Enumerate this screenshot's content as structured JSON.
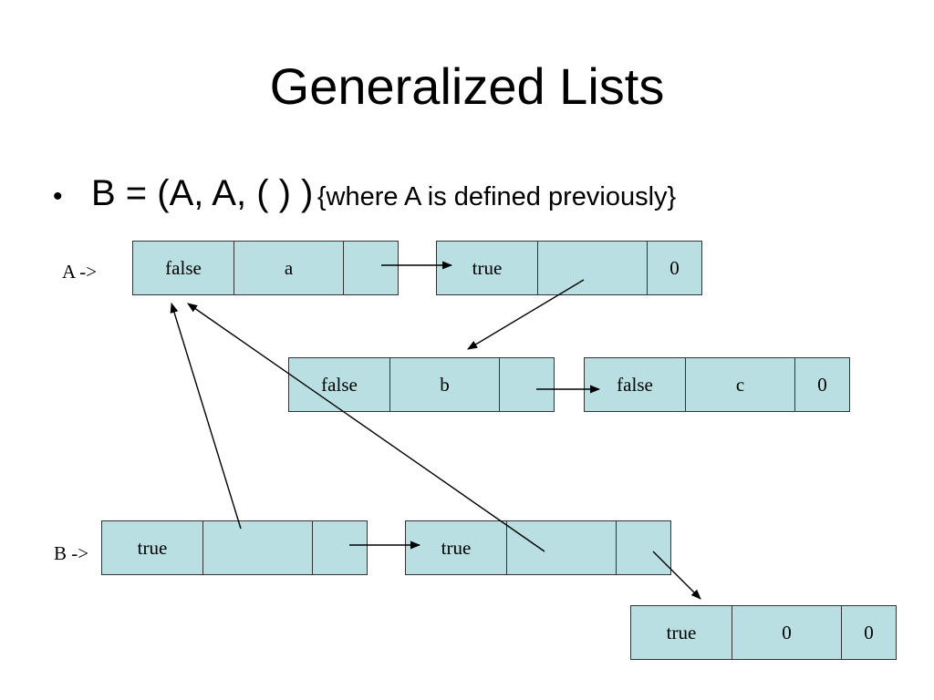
{
  "slide": {
    "title": "Generalized Lists",
    "bullet": {
      "marker": "•",
      "main": "B = (A, A, ( ) )",
      "note": "{where A is defined previously}"
    }
  },
  "diagram": {
    "labels": {
      "a_pointer": "A ->",
      "b_pointer": "B ->"
    },
    "nodes": {
      "a1": {
        "tag": "false",
        "data": "a",
        "link": ""
      },
      "a2": {
        "tag": "true",
        "data": "",
        "link": "0"
      },
      "s1": {
        "tag": "false",
        "data": "b",
        "link": ""
      },
      "s2": {
        "tag": "false",
        "data": "c",
        "link": "0"
      },
      "b1": {
        "tag": "true",
        "data": "",
        "link": ""
      },
      "b2": {
        "tag": "true",
        "data": "",
        "link": ""
      },
      "b3": {
        "tag": "true",
        "data": "0",
        "link": "0"
      }
    },
    "colors": {
      "node_fill": "#b9dfe2",
      "border": "#333333",
      "arrow": "#000000"
    }
  }
}
